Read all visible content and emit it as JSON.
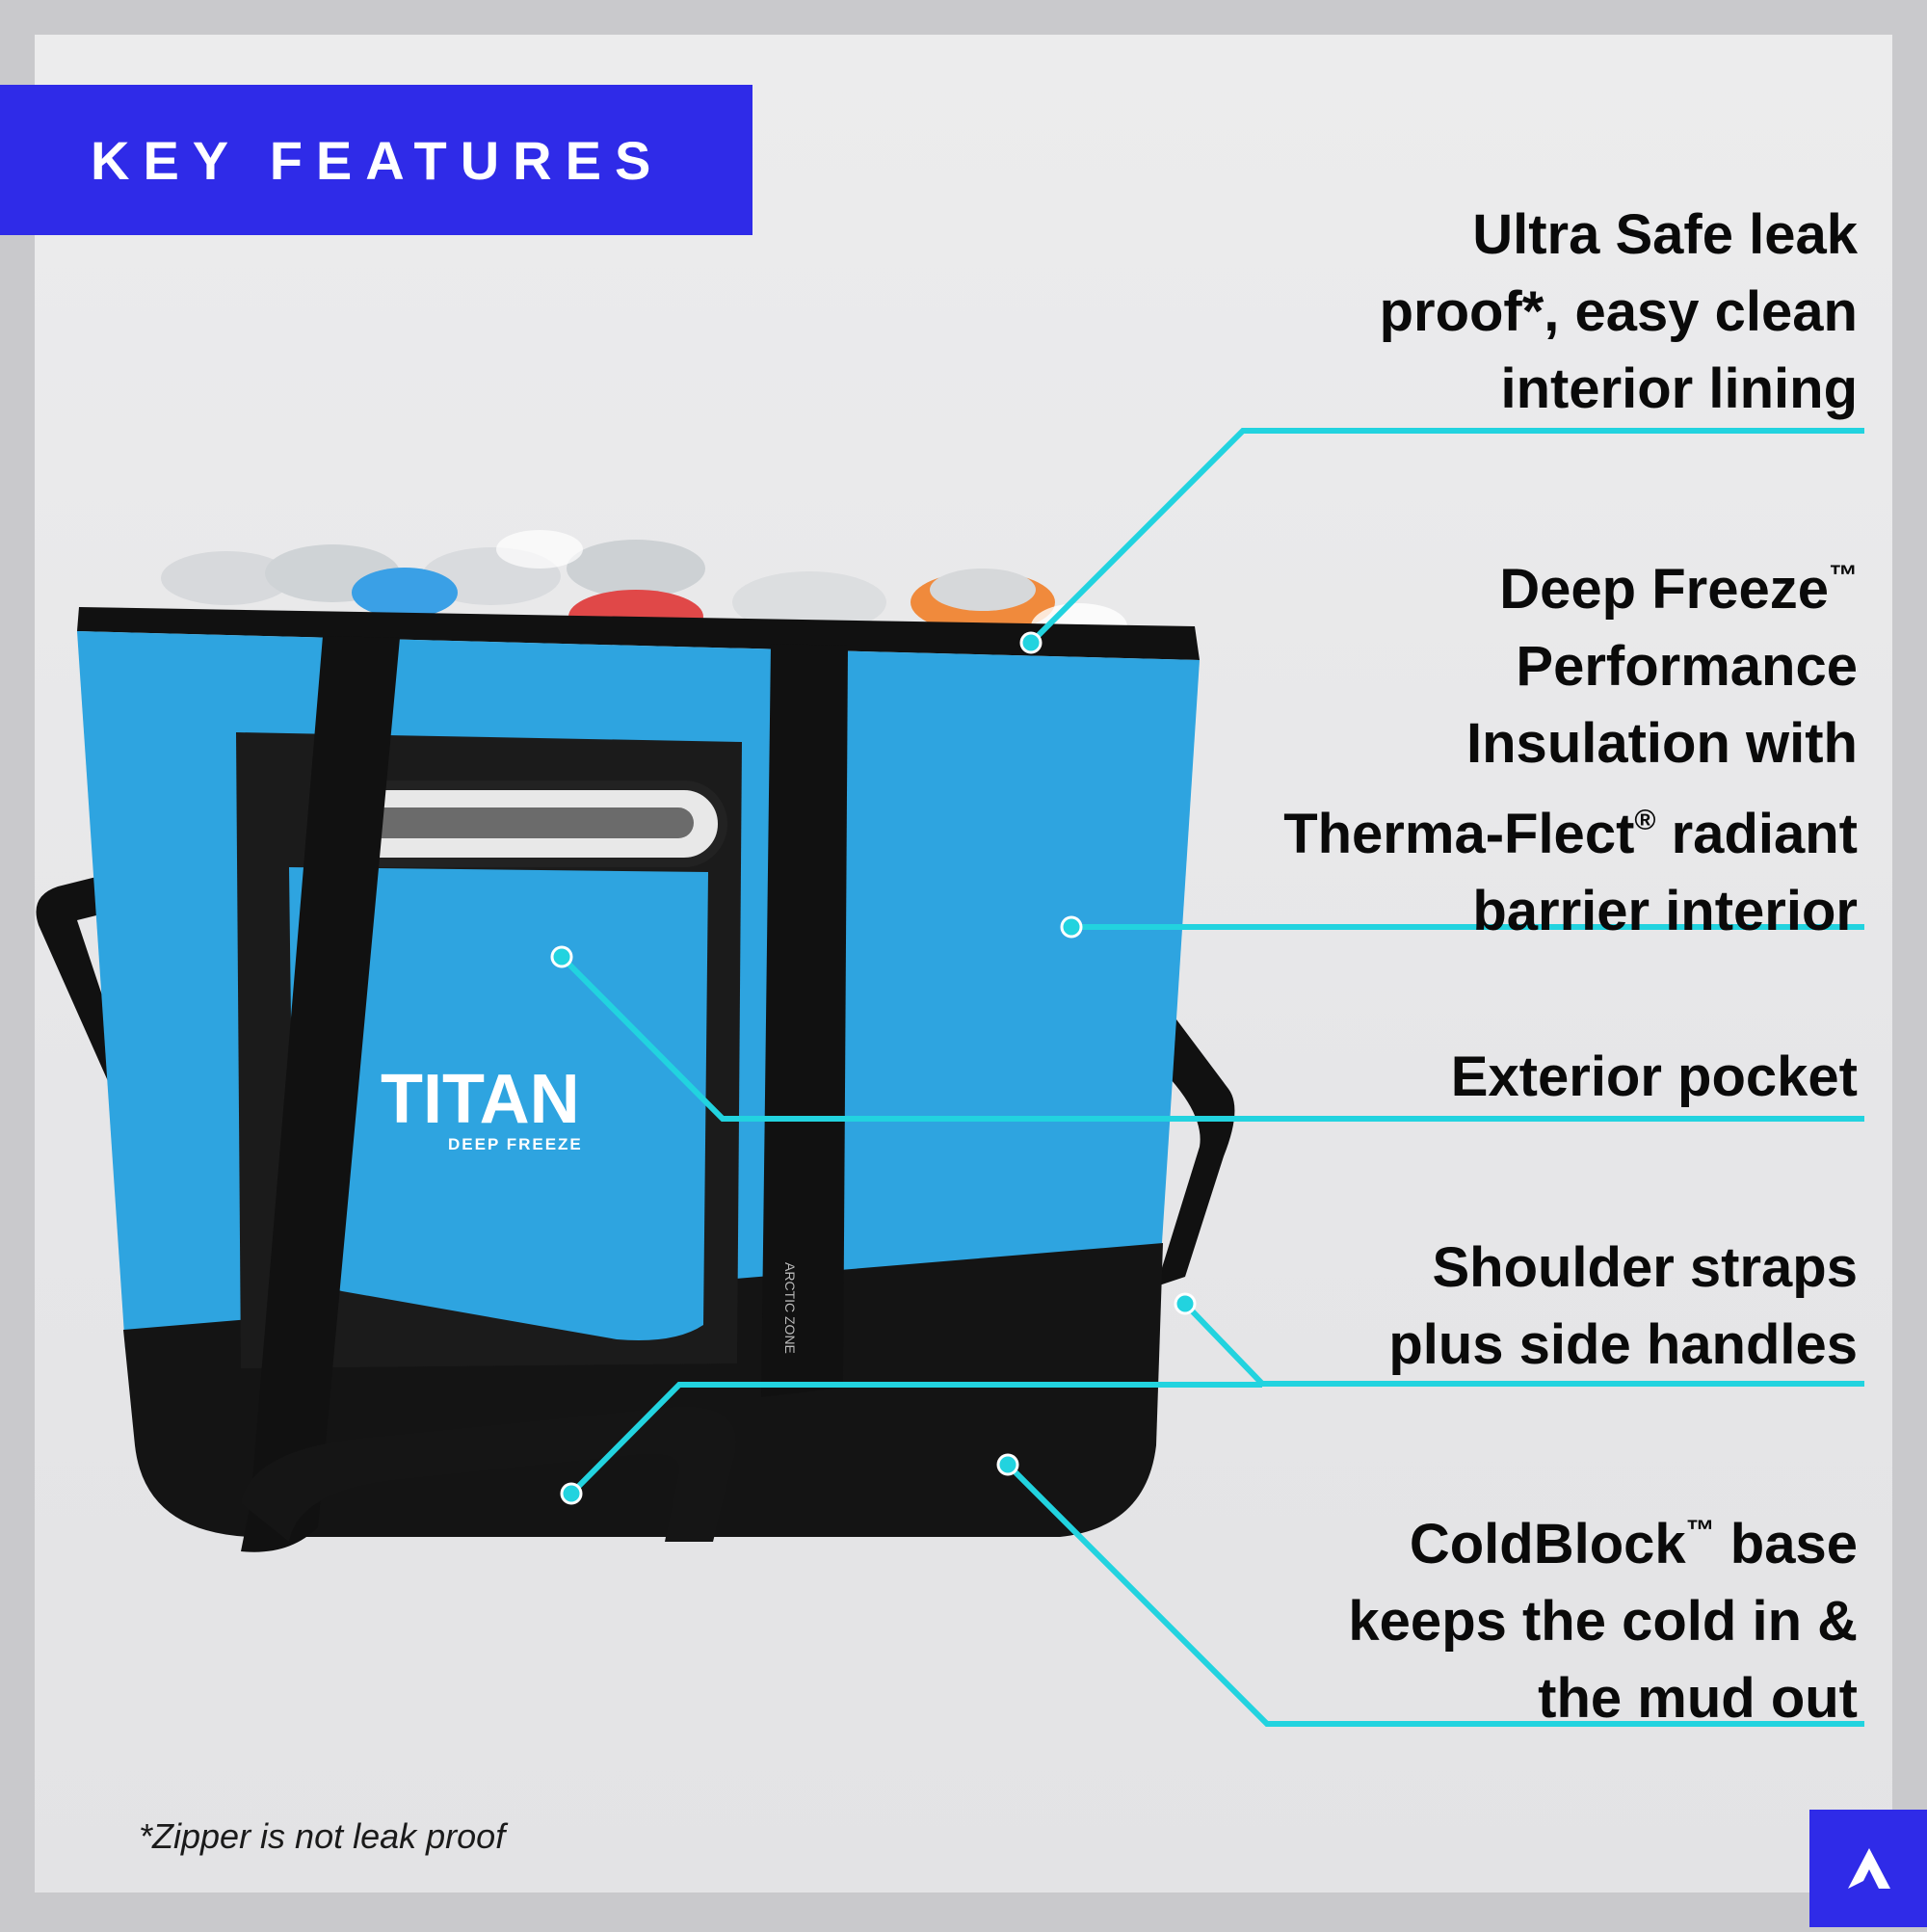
{
  "header": {
    "title": "KEY FEATURES"
  },
  "features": [
    {
      "lines": [
        "Ultra Safe leak",
        "proof*, easy clean",
        "interior lining"
      ]
    },
    {
      "line1": "Deep Freeze",
      "line1_mark": "™",
      "line2": "Performance",
      "line3": "Insulation with",
      "line4": "Therma-Flect",
      "line4_mark": "®",
      "line4_rest": " radiant",
      "line5": "barrier interior"
    },
    {
      "lines": [
        "Exterior pocket"
      ]
    },
    {
      "lines": [
        "Shoulder straps",
        "plus side handles"
      ]
    },
    {
      "line1": "ColdBlock",
      "line1_mark": "™",
      "line1_rest": " base",
      "line2": "keeps the cold in &",
      "line3": "the mud out"
    }
  ],
  "product": {
    "brand": "TITAN",
    "sub_brand": "DEEP FREEZE",
    "side_label": "ARCTIC ZONE"
  },
  "footnote": "*Zipper is not leak proof",
  "colors": {
    "accent": "#2f2be8",
    "callout": "#22d3df",
    "bag_blue": "#2ea4e0",
    "bag_black": "#141414"
  },
  "icons": {
    "logo": "mountain-logo-icon"
  }
}
